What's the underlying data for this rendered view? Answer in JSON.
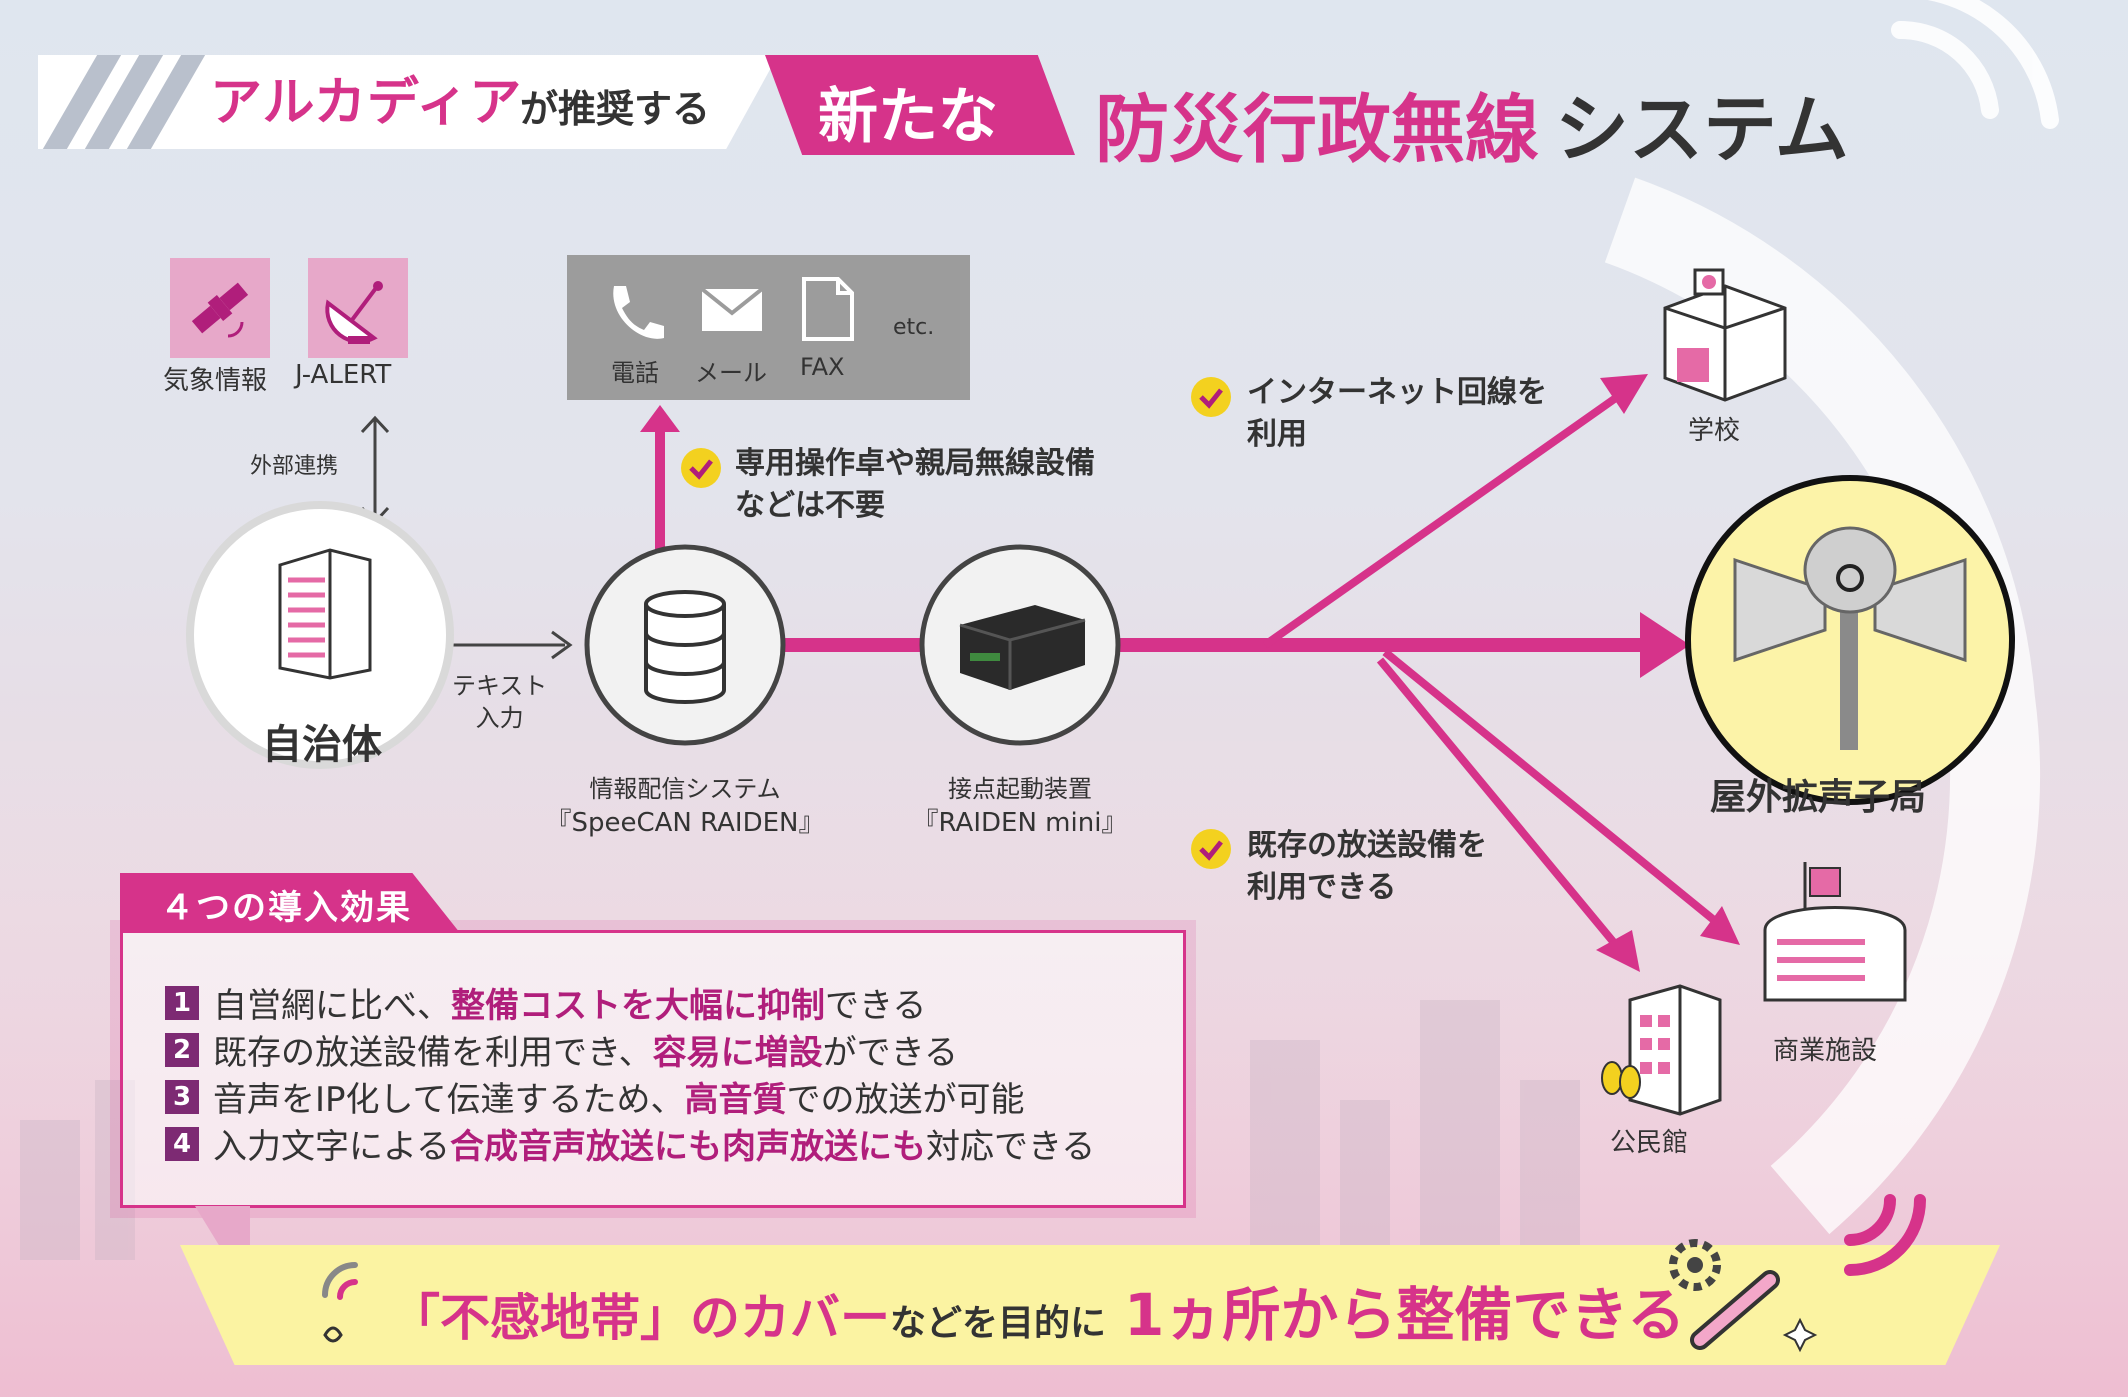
{
  "title": {
    "brand": "アルカディア",
    "recommend": "が推奨する",
    "new": "新たな",
    "main_pink": "防災行政無線",
    "main_dark": "システム"
  },
  "sources": {
    "weather": "気象情報",
    "jalert": "J-ALERT",
    "link": "外部連携"
  },
  "municipality": "自治体",
  "text_input": "テキスト\n入力",
  "comm": {
    "phone": "電話",
    "mail": "メール",
    "fax": "FAX",
    "etc": "etc."
  },
  "notes": {
    "no_console": "専用操作卓や親局無線設備\nなどは不要",
    "internet": "インターネット回線を\n利用",
    "existing": "既存の放送設備を\n利用できる"
  },
  "system": {
    "label": "情報配信システム",
    "name": "『SpeeCAN RAIDEN』"
  },
  "device": {
    "label": "接点起動装置",
    "name": "『RAIDEN mini』"
  },
  "destinations": {
    "school": "学校",
    "outdoor": "屋外拡声子局",
    "commercial": "商業施設",
    "community": "公民館"
  },
  "effects": {
    "title": "４つの導入効果",
    "items": [
      {
        "num": "1",
        "pre": "自営網に比べ、",
        "hl": "整備コストを大幅に抑制",
        "post": "できる"
      },
      {
        "num": "2",
        "pre": "既存の放送設備を利用でき、",
        "hl": "容易に増設",
        "post": "ができる"
      },
      {
        "num": "3",
        "pre": "音声をIP化して伝達するため、",
        "hl": "高音質",
        "post": "での放送が可能"
      },
      {
        "num": "4",
        "pre": "入力文字による",
        "hl": "合成音声放送にも肉声放送にも",
        "post": "対応できる"
      }
    ]
  },
  "bottom": {
    "part1": "「不感地帯」のカバー",
    "part2": "などを目的に",
    "part3": "1ヵ所から整備できる"
  },
  "colors": {
    "accent": "#d6338a",
    "dark_purple": "#7d2a73",
    "yellow_check": "#f3d11f",
    "banner_yellow": "#fbf3a2"
  }
}
